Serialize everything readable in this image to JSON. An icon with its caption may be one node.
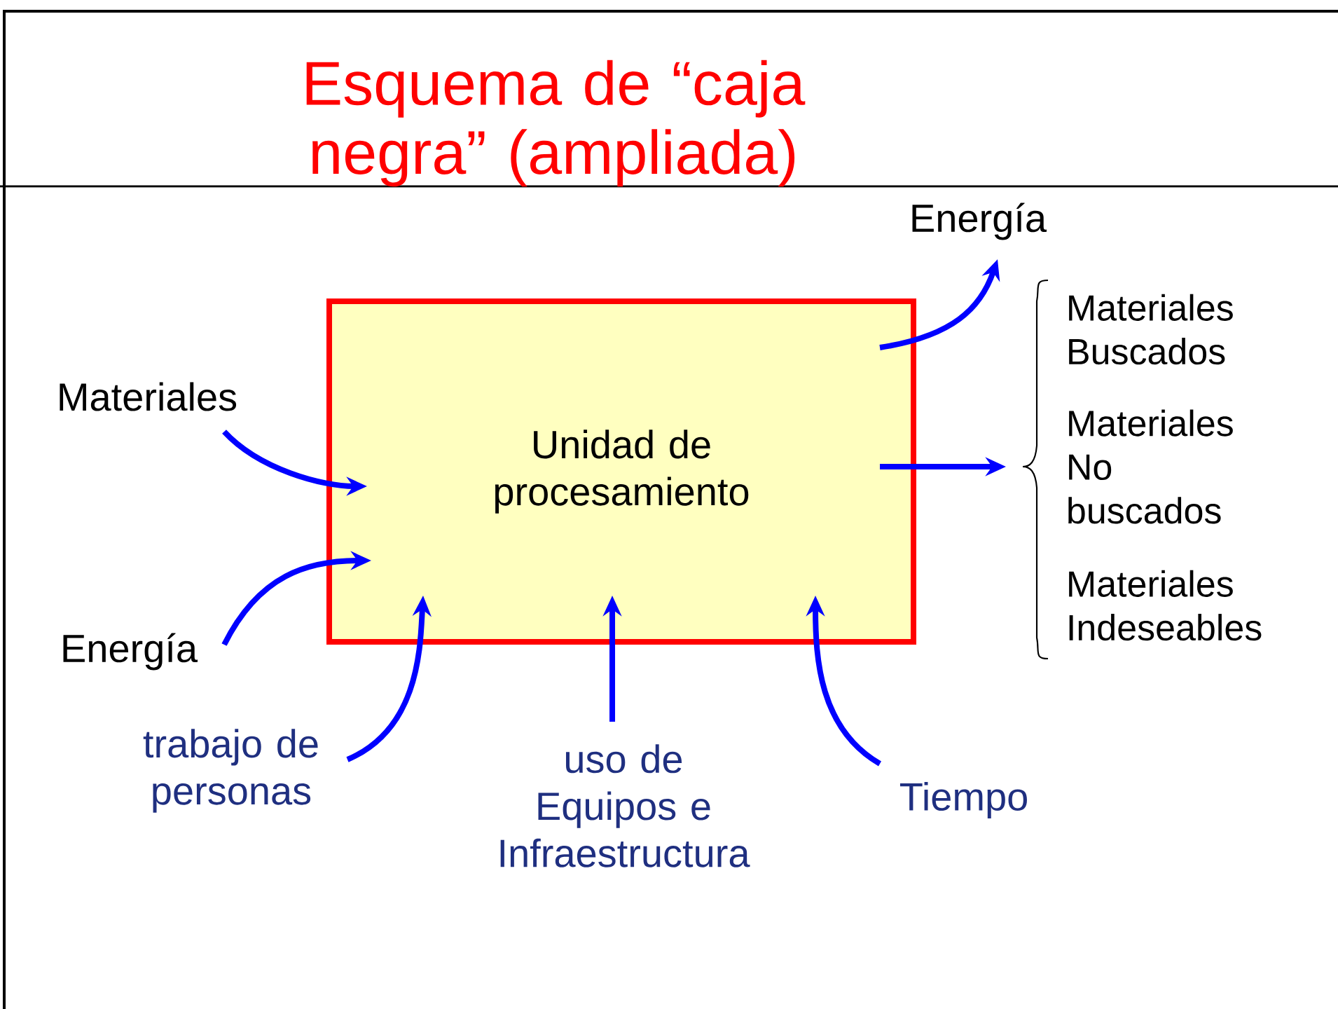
{
  "diagram": {
    "title": "Esquema de “caja negra” (ampliada)",
    "nodes": [
      {
        "text": [
          "Unidad de procesamiento"
        ]
      },
      {
        "text": [
          "Materiales"
        ]
      },
      {
        "text": [
          "Energía"
        ]
      },
      {
        "text": [
          "trabajo de personas"
        ]
      },
      {
        "text": [
          "uso de Equipos e Infraestructura"
        ]
      },
      {
        "text": [
          "Tiempo"
        ]
      },
      {
        "text": [
          "Energía"
        ]
      },
      {
        "text": [
          "Materiales Buscados"
        ]
      },
      {
        "text": [
          "Materiales No buscados"
        ]
      },
      {
        "text": [
          "Materiales Indeseables"
        ]
      }
    ],
    "edges": [
      {
        "from": 1,
        "to": 0,
        "arrow": "to"
      },
      {
        "from": 2,
        "to": 0,
        "arrow": "to"
      },
      {
        "from": 3,
        "to": 0,
        "arrow": "to"
      },
      {
        "from": 4,
        "to": 0,
        "arrow": "to"
      },
      {
        "from": 5,
        "to": 0,
        "arrow": "to"
      },
      {
        "from": 0,
        "to": 6,
        "arrow": "to"
      },
      {
        "from": 0,
        "to": null,
        "arrow": "to"
      }
    ]
  }
}
